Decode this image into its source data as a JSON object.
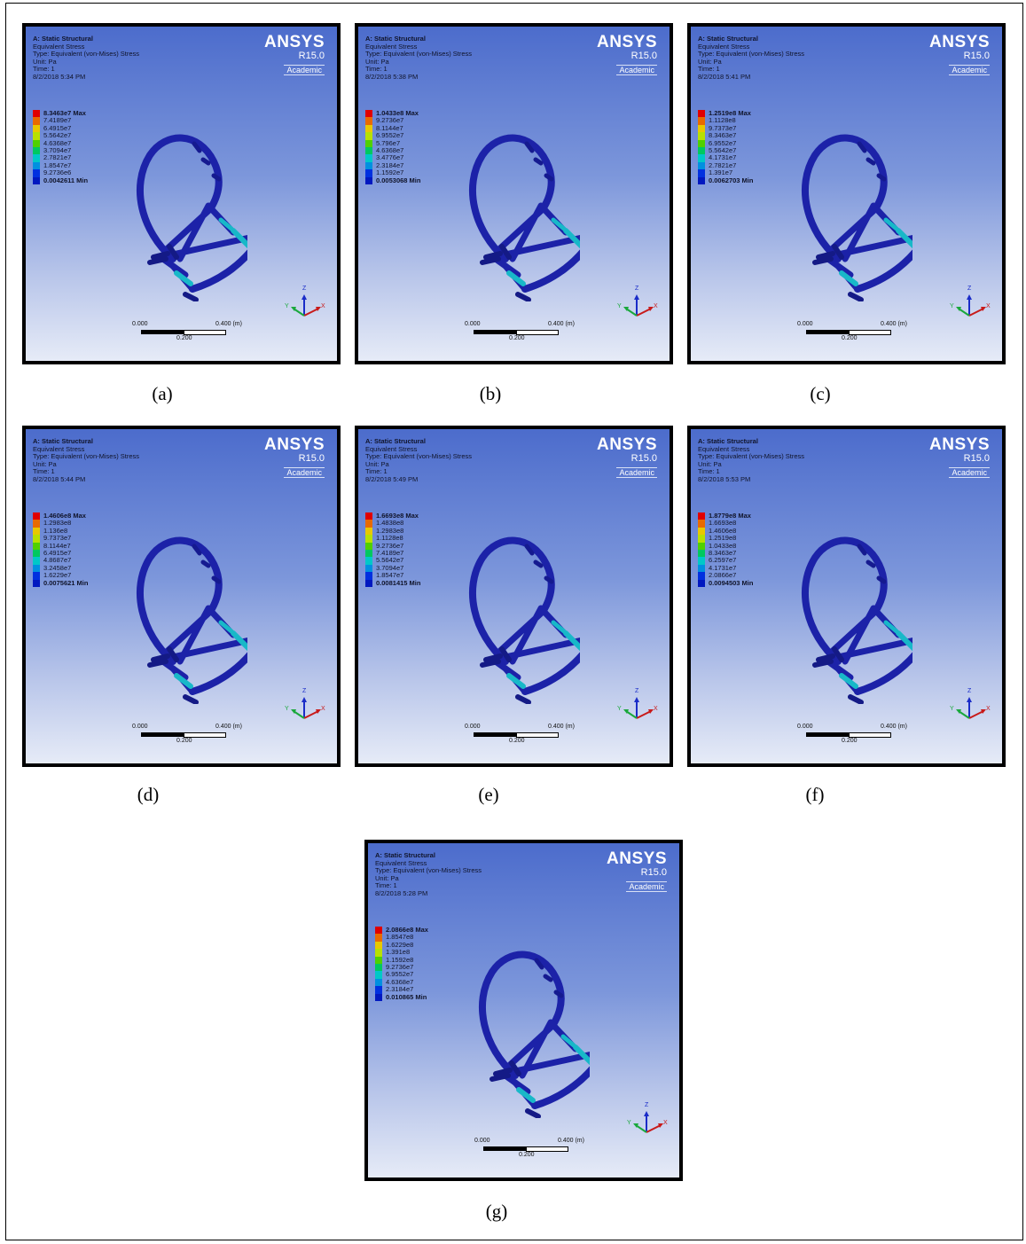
{
  "common": {
    "title": "A: Static Structural",
    "result": "Equivalent Stress",
    "type": "Type: Equivalent (von-Mises) Stress",
    "unit": "Unit: Pa",
    "time": "Time: 1",
    "brand": "ANSYS",
    "version": "R15.0",
    "license": "Academic",
    "scale_start": "0.000",
    "scale_end": "0.400 (m)",
    "scale_mid": "0.200",
    "axis_x": "X",
    "axis_y": "Y",
    "axis_z": "Z"
  },
  "legend_colors": [
    "#e00000",
    "#e86a00",
    "#e8c800",
    "#b8e000",
    "#50d000",
    "#00c860",
    "#00c8c8",
    "#0090e0",
    "#0030e0"
  ],
  "panels": [
    {
      "caption": "(a)",
      "date": "8/2/2018 5:34 PM",
      "max": "8.3463e7 Max",
      "min": "0.0042611 Min",
      "levels": [
        "7.4189e7",
        "6.4915e7",
        "5.5642e7",
        "4.6368e7",
        "3.7094e7",
        "2.7821e7",
        "1.8547e7",
        "9.2736e6"
      ]
    },
    {
      "caption": "(b)",
      "date": "8/2/2018 5:38 PM",
      "max": "1.0433e8 Max",
      "min": "0.0053068 Min",
      "levels": [
        "9.2736e7",
        "8.1144e7",
        "6.9552e7",
        "5.796e7",
        "4.6368e7",
        "3.4776e7",
        "2.3184e7",
        "1.1592e7"
      ]
    },
    {
      "caption": "(c)",
      "date": "8/2/2018 5:41 PM",
      "max": "1.2519e8 Max",
      "min": "0.0062703 Min",
      "levels": [
        "1.1128e8",
        "9.7373e7",
        "8.3463e7",
        "6.9552e7",
        "5.5642e7",
        "4.1731e7",
        "2.7821e7",
        "1.391e7"
      ]
    },
    {
      "caption": "(d)",
      "date": "8/2/2018 5:44 PM",
      "max": "1.4606e8 Max",
      "min": "0.0075621 Min",
      "levels": [
        "1.2983e8",
        "1.136e8",
        "9.7373e7",
        "8.1144e7",
        "6.4915e7",
        "4.8687e7",
        "3.2458e7",
        "1.6229e7"
      ]
    },
    {
      "caption": "(e)",
      "date": "8/2/2018 5:49 PM",
      "max": "1.6693e8 Max",
      "min": "0.0081415 Min",
      "levels": [
        "1.4838e8",
        "1.2983e8",
        "1.1128e8",
        "9.2736e7",
        "7.4189e7",
        "5.5642e7",
        "3.7094e7",
        "1.8547e7"
      ]
    },
    {
      "caption": "(f)",
      "date": "8/2/2018 5:53 PM",
      "max": "1.8779e8 Max",
      "min": "0.0094503 Min",
      "levels": [
        "1.6693e8",
        "1.4606e8",
        "1.2519e8",
        "1.0433e8",
        "8.3463e7",
        "6.2597e7",
        "4.1731e7",
        "2.0866e7"
      ]
    },
    {
      "caption": "(g)",
      "date": "8/2/2018 5:28 PM",
      "max": "2.0866e8 Max",
      "min": "0.010865 Min",
      "levels": [
        "1.8547e8",
        "1.6229e8",
        "1.391e8",
        "1.1592e8",
        "9.2736e7",
        "6.9552e7",
        "4.6368e7",
        "2.3184e7"
      ]
    }
  ]
}
